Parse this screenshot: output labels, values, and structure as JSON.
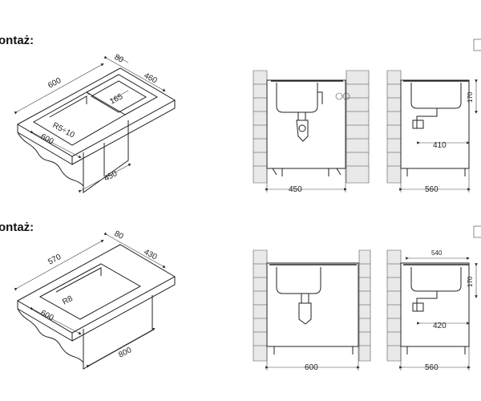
{
  "top": {
    "title": "ontaż:",
    "iso": {
      "w": "600",
      "d": "460",
      "rim": "80",
      "bowl": "165",
      "radius": "R5÷10",
      "front": "600",
      "cab": "450"
    },
    "front_view": {
      "width": "450"
    },
    "side_view": {
      "depth": "560",
      "offset": "410",
      "height": "170"
    }
  },
  "bottom": {
    "title": "ontaż:",
    "iso": {
      "w": "570",
      "d": "430",
      "rim": "80",
      "radius": "R8",
      "front": "600",
      "cab": "800"
    },
    "front_view": {
      "width": "600"
    },
    "side_view": {
      "depth": "560",
      "offset": "420",
      "top": "540",
      "height": "170"
    }
  }
}
